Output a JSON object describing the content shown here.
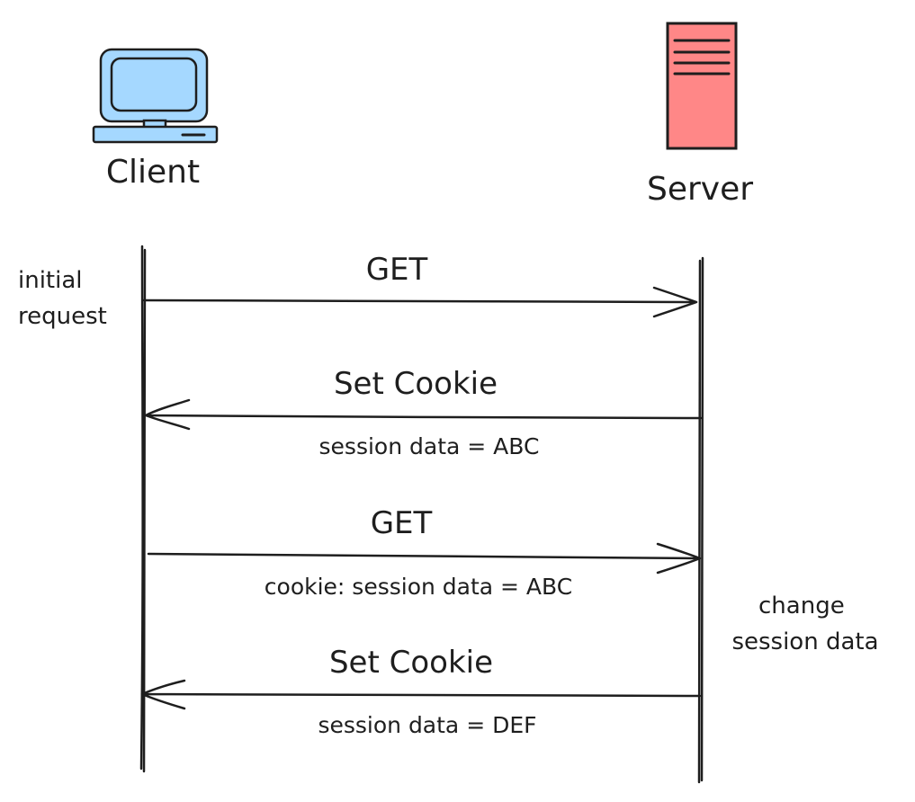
{
  "actors": {
    "client": {
      "label": "Client",
      "icon": "computer-icon",
      "color": "#a5d8ff"
    },
    "server": {
      "label": "Server",
      "icon": "server-icon",
      "color": "#ff8787"
    }
  },
  "notes": {
    "initial_request": [
      "initial",
      "request"
    ],
    "change_session": [
      "change",
      "session data"
    ]
  },
  "messages": [
    {
      "direction": "client-to-server",
      "label": "GET",
      "sublabel": ""
    },
    {
      "direction": "server-to-client",
      "label": "Set Cookie",
      "sublabel": "session data = ABC"
    },
    {
      "direction": "client-to-server",
      "label": "GET",
      "sublabel": "cookie: session data = ABC"
    },
    {
      "direction": "server-to-client",
      "label": "Set Cookie",
      "sublabel": "session data = DEF"
    }
  ]
}
